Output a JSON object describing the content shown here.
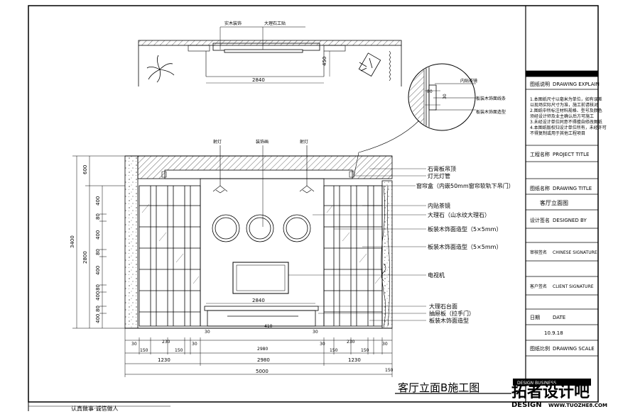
{
  "drawing": {
    "caption": "客厅立面B施工图",
    "motto": "认真做事·诚信做人"
  },
  "plan": {
    "labels": [
      "实木装饰",
      "大理石工贴"
    ],
    "width": "2840",
    "depth": "450"
  },
  "detail": {
    "labels": [
      "内贴茶镜",
      "板装木饰面线条",
      "板装木饰面造型"
    ],
    "dims": [
      "80",
      "30"
    ]
  },
  "elevation": {
    "top_labels": [
      "射灯",
      "装饰画",
      "射灯"
    ],
    "right_labels": [
      "石膏板吊顶",
      "灯光灯管",
      "窗帘盒（内嵌50mm窗帘软轨下吊门）",
      "内贴茶镜",
      "大理石（山水纹大理石）",
      "板装木饰面造型（5×5mm）",
      "板装木饰面造型（5×5mm）",
      "电视机",
      "大理石台面",
      "抽屉板（拉手门）",
      "板装木饰面造型"
    ],
    "left_dims_outer": [
      "600",
      "2800"
    ],
    "left_dims_total": "3400",
    "left_dims_inner": [
      "400",
      "80",
      "400",
      "80",
      "400",
      "80",
      "400",
      "80",
      "400"
    ],
    "cabinet_width": "2840",
    "bottom_small": [
      "30",
      "410",
      "30"
    ],
    "bottom_row1": [
      "30",
      "150",
      "230",
      "150",
      "30",
      "2980",
      "30",
      "150",
      "230",
      "150",
      "30"
    ],
    "bottom_row2": [
      "1230",
      "2980",
      "1230"
    ],
    "bottom_total": "5000",
    "bottom_side": "150"
  },
  "title_block": {
    "rows": [
      {
        "label": "图纸说明",
        "value": "DRAWING EXPLAIN"
      },
      {
        "label": "工程名称",
        "value": "PROJECT TITLE"
      },
      {
        "label": "图纸名称",
        "value": "DRAWING TITLE"
      },
      {
        "label": "客厅立面图",
        "value": ""
      },
      {
        "label": "设计签名",
        "value": "DESIGNED BY"
      },
      {
        "label": "审核签名",
        "value": "CHINESE SIGNATURE"
      },
      {
        "label": "客户签名",
        "value": "CLIENT SIGNATURE"
      },
      {
        "label": "日期",
        "value": "DATE"
      },
      {
        "label": "10.9.18",
        "value": ""
      },
      {
        "label": "图纸比例",
        "value": "DRAWING SCALE"
      }
    ],
    "notes": [
      "1.本图纸尺寸以毫米为单位，如有误差",
      "  以现场实际尺寸为准，施工前请核对",
      "2.图纸中所标注材料规格、型号及颜色",
      "  须经设计师及业主确认后方可施工",
      "3.未经设计单位同意不得擅自修改图纸",
      "4.本图纸版权归设计单位所有，未经许可",
      "  不得复制或用于其他工程项目"
    ]
  },
  "watermark": {
    "brand": "拓者设计吧",
    "sub": "DESIGN",
    "url": "WWW.TUOZHE8.COM",
    "banner": "DESIGN BUSINESS"
  }
}
